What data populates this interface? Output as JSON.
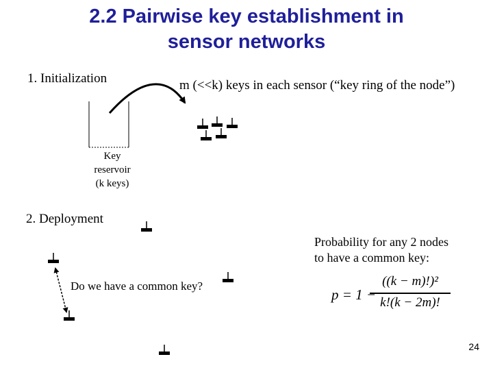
{
  "title": {
    "line1": "2.2 Pairwise key establishment in",
    "line2": "sensor networks"
  },
  "initialization": {
    "label": "1. Initialization",
    "key_ring_text": "m (<<k) keys in each sensor (“key ring of the node”)",
    "reservoir_label": [
      "Key",
      "reservoir",
      "(k keys)"
    ]
  },
  "deployment": {
    "label": "2. Deployment",
    "probability_text": [
      "Probability for any 2 nodes",
      "to have a common key:"
    ],
    "question": "Do we have a common key?",
    "formula": {
      "lhs": "p = 1 −",
      "numerator": "((k − m)!)²",
      "denominator": "k!(k − 2m)!"
    }
  },
  "page_number": "24",
  "colors": {
    "title": "#1f1f9a",
    "text": "#000000"
  },
  "icons": [
    "key-icon",
    "curved-arrow-icon",
    "reservoir-box-icon",
    "dashed-double-arrow-icon"
  ]
}
